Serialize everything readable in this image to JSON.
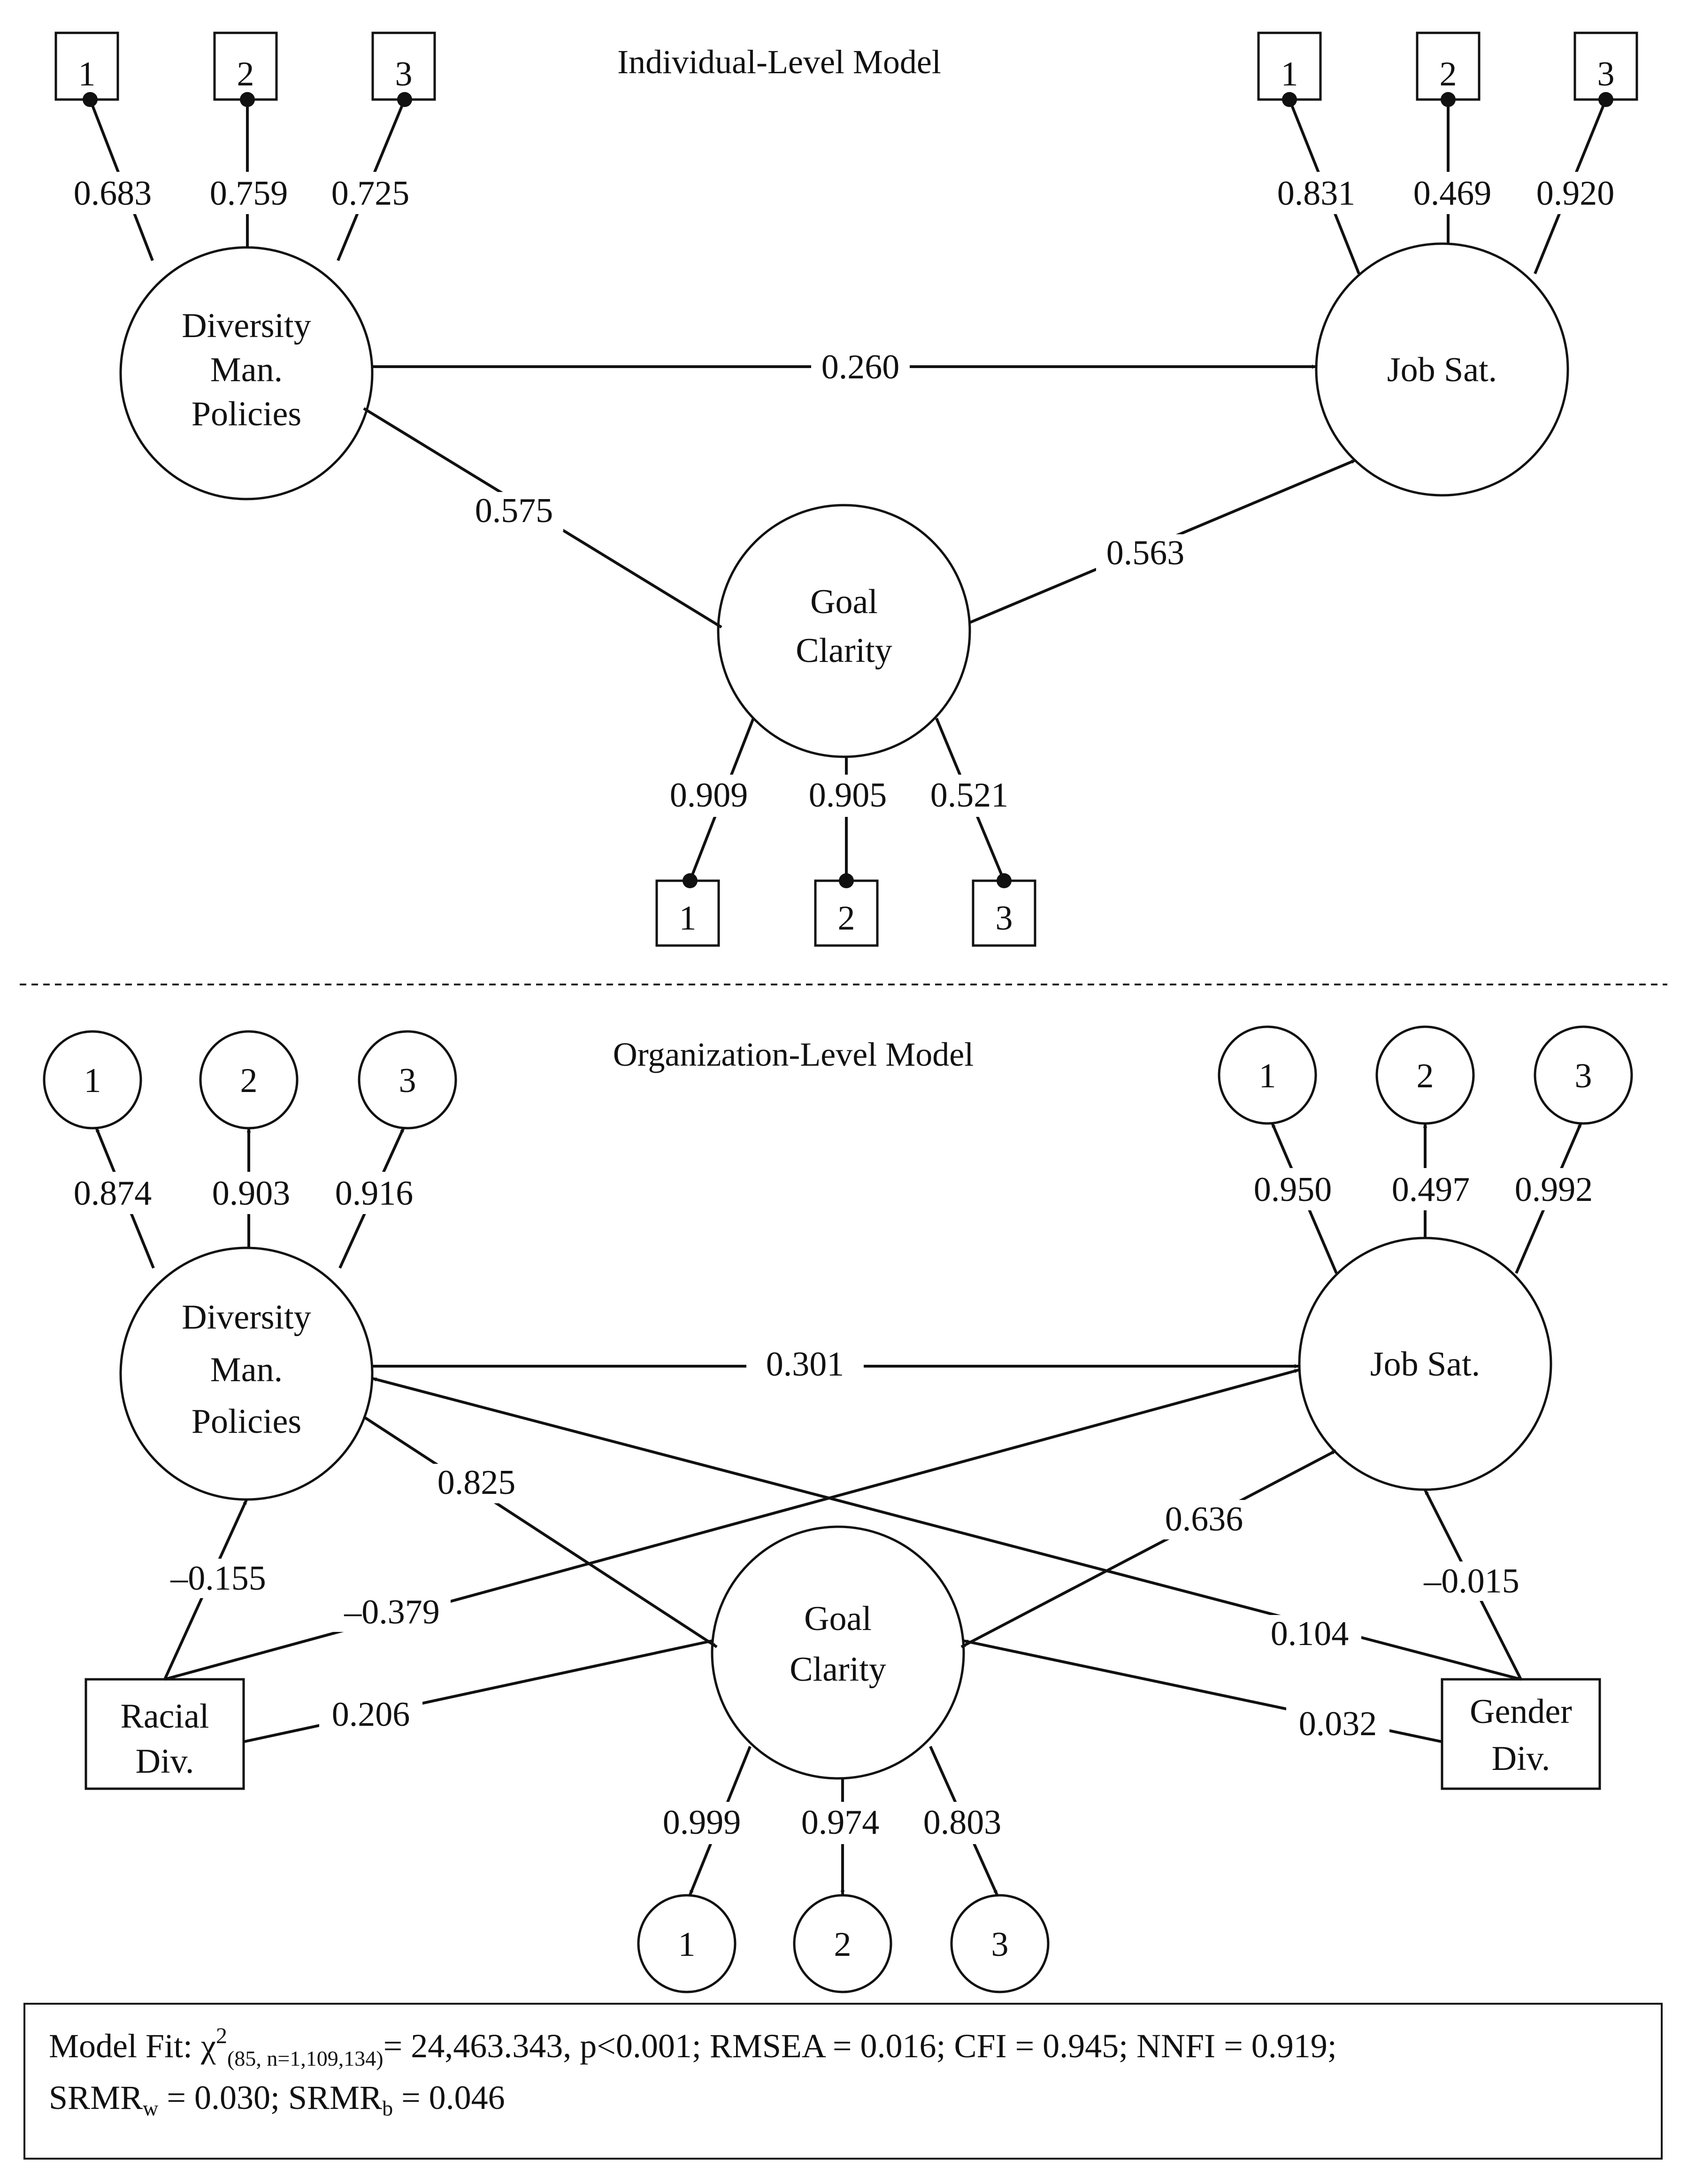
{
  "individual": {
    "title": "Individual-Level Model",
    "latents": {
      "dmp": [
        "Diversity",
        "Man.",
        "Policies"
      ],
      "js": [
        "Job Sat."
      ],
      "gc": [
        "Goal",
        "Clarity"
      ]
    },
    "indicators": [
      "1",
      "2",
      "3"
    ],
    "loadings": {
      "dmp": [
        "0.683",
        "0.759",
        "0.725"
      ],
      "js": [
        "0.831",
        "0.469",
        "0.920"
      ],
      "gc": [
        "0.909",
        "0.905",
        "0.521"
      ]
    },
    "paths": {
      "dmp_js": "0.260",
      "dmp_gc": "0.575",
      "gc_js": "0.563"
    }
  },
  "organization": {
    "title": "Organization-Level Model",
    "latents": {
      "dmp": [
        "Diversity",
        "Man.",
        "Policies"
      ],
      "js": [
        "Job Sat."
      ],
      "gc": [
        "Goal",
        "Clarity"
      ]
    },
    "observed": {
      "racial": [
        "Racial",
        "Div."
      ],
      "gender": [
        "Gender",
        "Div."
      ]
    },
    "indicators": [
      "1",
      "2",
      "3"
    ],
    "loadings": {
      "dmp": [
        "0.874",
        "0.903",
        "0.916"
      ],
      "js": [
        "0.950",
        "0.497",
        "0.992"
      ],
      "gc": [
        "0.999",
        "0.974",
        "0.803"
      ]
    },
    "paths": {
      "dmp_js": "0.301",
      "dmp_gc": "0.825",
      "gc_js": "0.636",
      "racial_dmp": "–0.155",
      "racial_js": "–0.379",
      "racial_gc": "0.206",
      "gender_js": "–0.015",
      "gender_dmp": "0.104",
      "gender_gc": "0.032"
    }
  },
  "fit": {
    "label": "Model Fit: ",
    "chi": "χ",
    "chi_sup": "2",
    "chi_sub": "(85, n=1,109,134)",
    "rest1": "= 24,463.343, p<0.001; RMSEA = 0.016; CFI = 0.945; NNFI = 0.919;",
    "srmr": "SRMR",
    "srmr_w_sub": "w",
    "srmr_w_val": " = 0.030; ",
    "srmr_b_sub": "b",
    "srmr_b_val": " = 0.046"
  }
}
